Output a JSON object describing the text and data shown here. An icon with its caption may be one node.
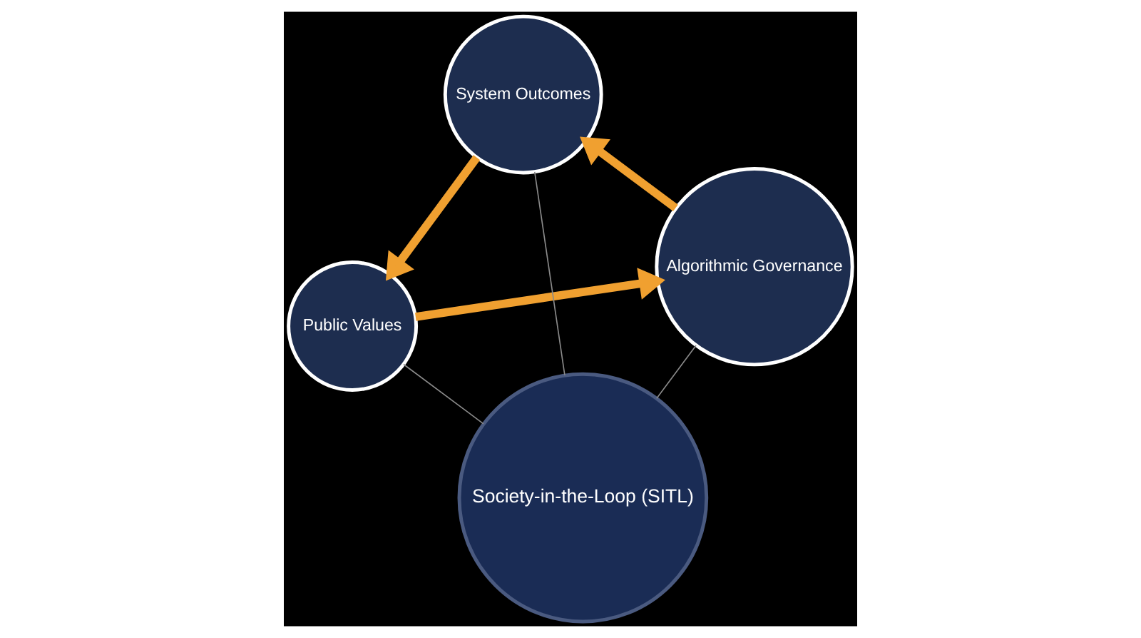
{
  "diagram": {
    "nodes": [
      {
        "text": [
          "Public Values"
        ]
      },
      {
        "text": [
          "Algorithmic Governance"
        ]
      },
      {
        "text": [
          "Society-in-the-Loop (SITL)"
        ]
      },
      {
        "text": [
          "System Outcomes"
        ]
      }
    ],
    "edges": [
      {
        "from": 0,
        "to": 1,
        "arrow": "to",
        "style": "thick",
        "color": "#f0a030"
      },
      {
        "from": 1,
        "to": 3,
        "arrow": "to",
        "style": "thick",
        "color": "#f0a030"
      },
      {
        "from": 3,
        "to": 0,
        "arrow": "to",
        "style": "thick",
        "color": "#f0a030"
      },
      {
        "from": 2,
        "to": 0,
        "arrow": "none",
        "color": "#8a8a8a"
      },
      {
        "from": 2,
        "to": 1,
        "arrow": "none",
        "color": "#8a8a8a"
      },
      {
        "from": 2,
        "to": 3,
        "arrow": "none",
        "color": "#8a8a8a"
      }
    ]
  }
}
